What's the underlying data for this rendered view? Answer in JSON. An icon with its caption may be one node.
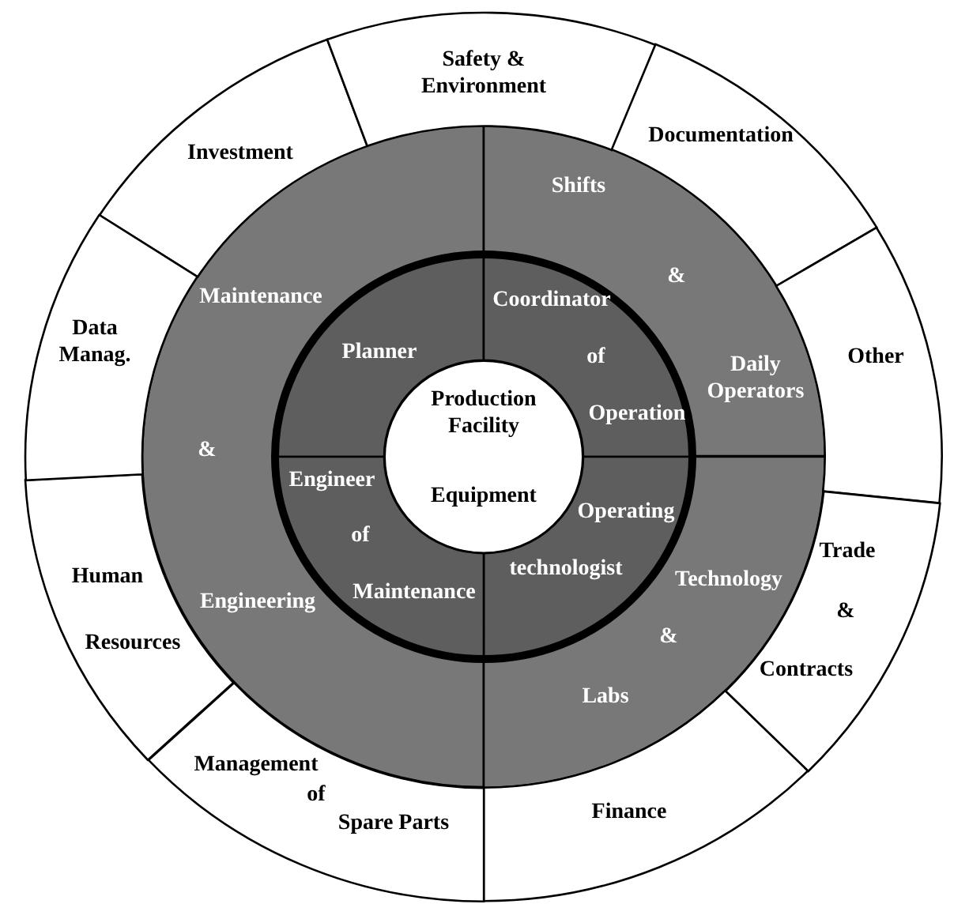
{
  "diagram": {
    "nodes": [
      {
        "text": [
          "Production Facility",
          "Equipment"
        ]
      },
      {
        "text": [
          "Planner"
        ]
      },
      {
        "text": [
          "Coordinator",
          "of",
          "Operation"
        ]
      },
      {
        "text": [
          "Operating",
          "technologist"
        ]
      },
      {
        "text": [
          "Engineer",
          "of",
          "Maintenance"
        ]
      },
      {
        "text": [
          "Maintenance",
          "&",
          "Engineering"
        ]
      },
      {
        "text": [
          "Shifts",
          "&",
          "Daily Operators"
        ]
      },
      {
        "text": [
          "Technology",
          "&",
          "Labs"
        ]
      },
      {
        "text": [
          "Investment"
        ]
      },
      {
        "text": [
          "Safety & Environment"
        ]
      },
      {
        "text": [
          "Documentation"
        ]
      },
      {
        "text": [
          "Other"
        ]
      },
      {
        "text": [
          "Trade",
          "&",
          "Contracts"
        ]
      },
      {
        "text": [
          "Finance"
        ]
      },
      {
        "text": [
          "Management",
          "of",
          "Spare Parts"
        ]
      },
      {
        "text": [
          "Human",
          "Resources"
        ]
      },
      {
        "text": [
          "Data Manag."
        ]
      }
    ],
    "edges": []
  }
}
